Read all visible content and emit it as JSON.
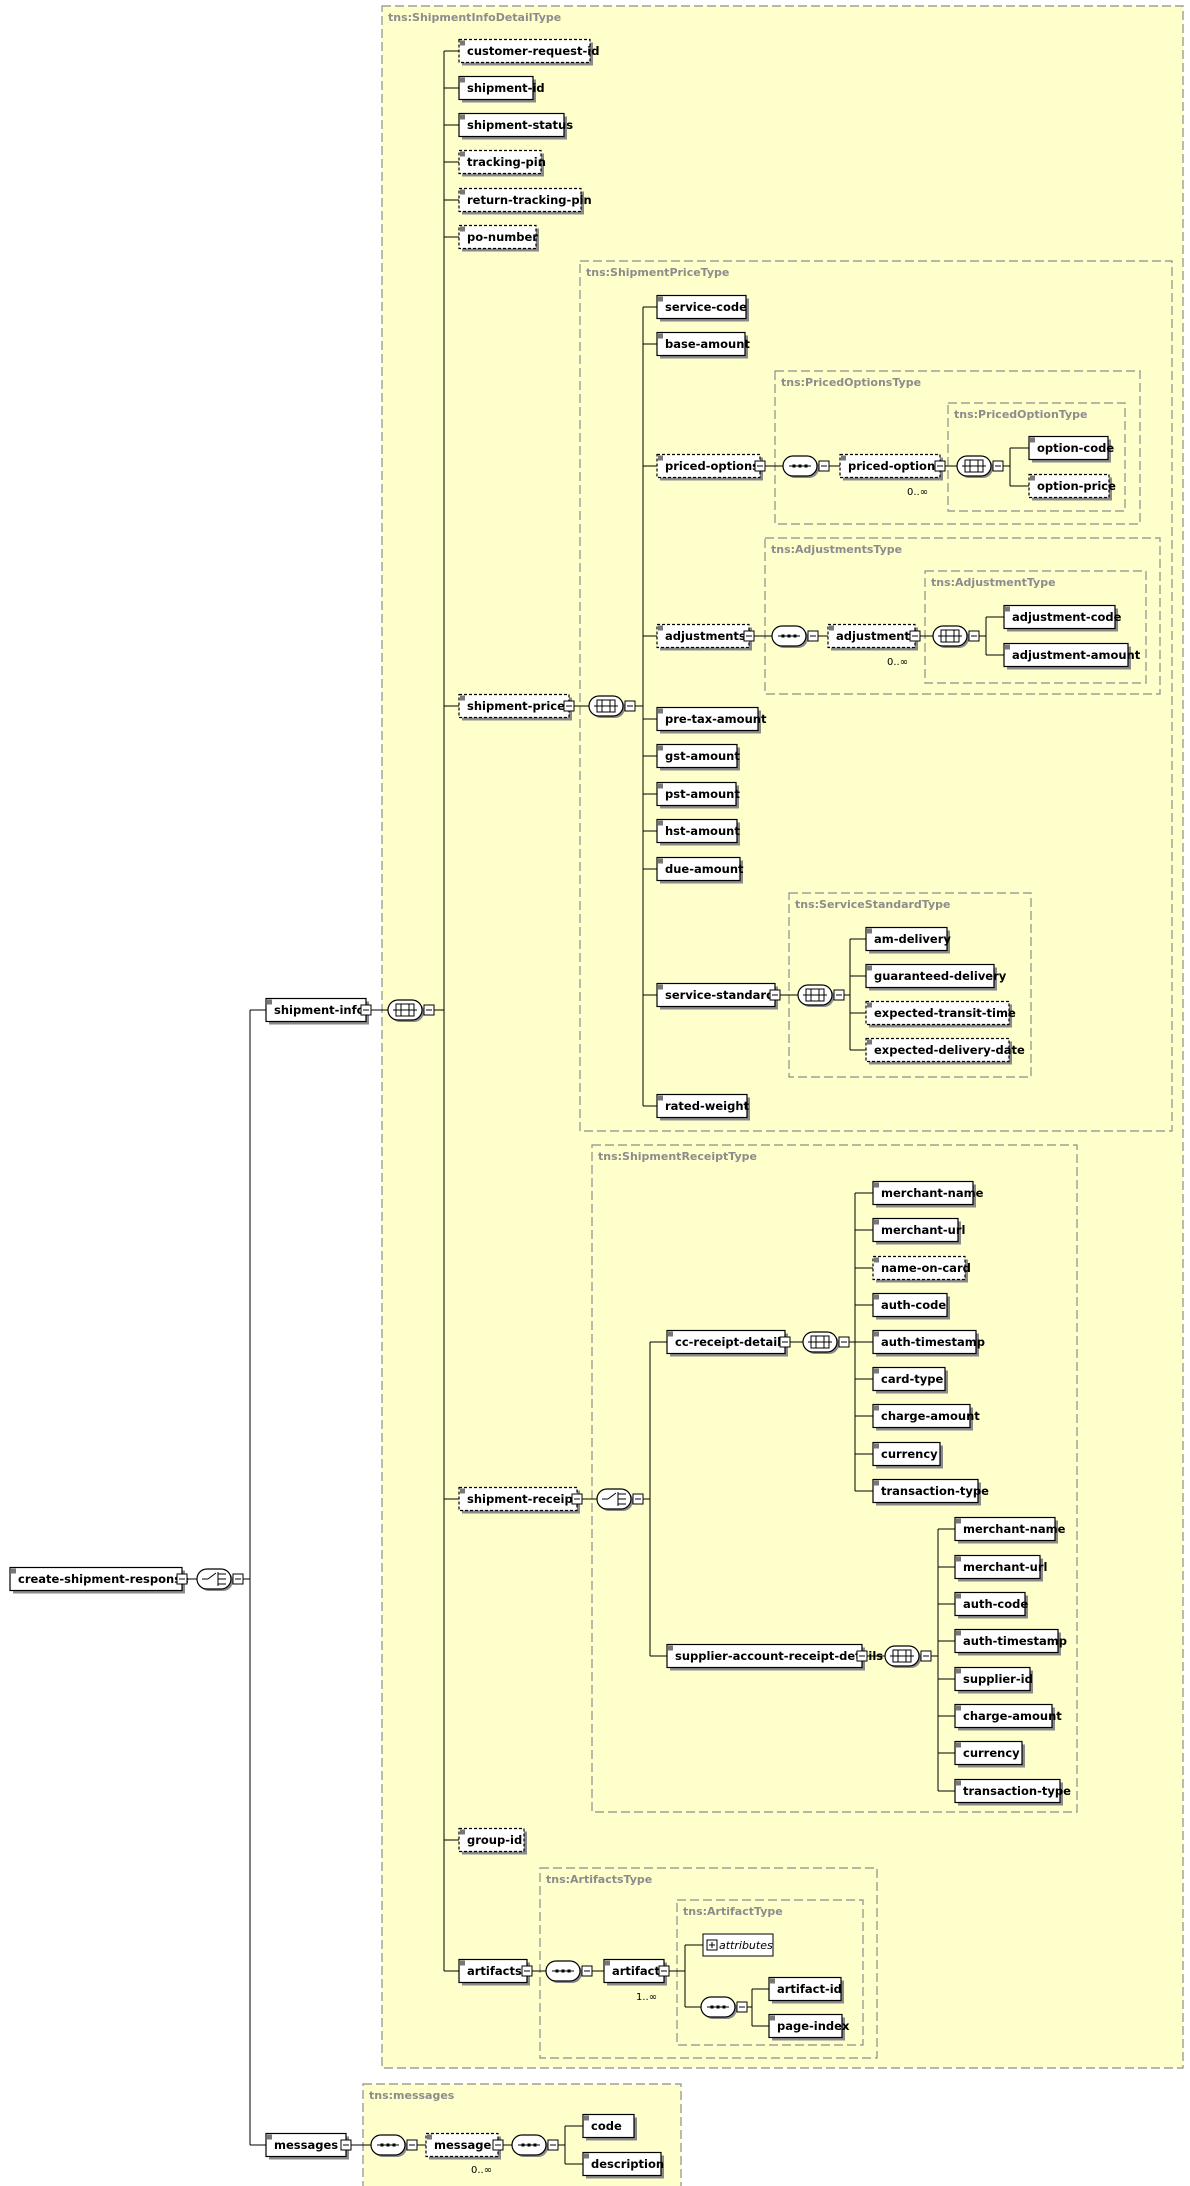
{
  "root": {
    "label": "create-shipment-response"
  },
  "types": {
    "info": "tns:ShipmentInfoDetailType",
    "price": "tns:ShipmentPriceType",
    "pricedOptions": "tns:PricedOptionsType",
    "pricedOption": "tns:PricedOptionType",
    "adjustments": "tns:AdjustmentsType",
    "adjustment": "tns:AdjustmentType",
    "serviceStandard": "tns:ServiceStandardType",
    "receipt": "tns:ShipmentReceiptType",
    "artifacts": "tns:ArtifactsType",
    "artifact": "tns:ArtifactType",
    "messages": "tns:messages"
  },
  "elements": {
    "shipmentInfo": "shipment-info",
    "customerRequestId": "customer-request-id",
    "shipmentId": "shipment-id",
    "shipmentStatus": "shipment-status",
    "trackingPin": "tracking-pin",
    "returnTrackingPin": "return-tracking-pin",
    "poNumber": "po-number",
    "shipmentPrice": "shipment-price",
    "serviceCode": "service-code",
    "baseAmount": "base-amount",
    "pricedOptions": "priced-options",
    "pricedOption": "priced-option",
    "optionCode": "option-code",
    "optionPrice": "option-price",
    "adjustments": "adjustments",
    "adjustment": "adjustment",
    "adjustmentCode": "adjustment-code",
    "adjustmentAmount": "adjustment-amount",
    "preTaxAmount": "pre-tax-amount",
    "gstAmount": "gst-amount",
    "pstAmount": "pst-amount",
    "hstAmount": "hst-amount",
    "dueAmount": "due-amount",
    "serviceStandard": "service-standard",
    "amDelivery": "am-delivery",
    "guaranteedDelivery": "guaranteed-delivery",
    "expectedTransitTime": "expected-transit-time",
    "expectedDeliveryDate": "expected-delivery-date",
    "ratedWeight": "rated-weight",
    "shipmentReceipt": "shipment-receipt",
    "ccReceiptDetails": "cc-receipt-details",
    "ccMerchantName": "merchant-name",
    "ccMerchantUrl": "merchant-url",
    "ccNameOnCard": "name-on-card",
    "ccAuthCode": "auth-code",
    "ccAuthTimestamp": "auth-timestamp",
    "ccCardType": "card-type",
    "ccChargeAmount": "charge-amount",
    "ccCurrency": "currency",
    "ccTransactionType": "transaction-type",
    "supplierAccountReceiptDetails": "supplier-account-receipt-details",
    "saMerchantName": "merchant-name",
    "saMerchantUrl": "merchant-url",
    "saAuthCode": "auth-code",
    "saAuthTimestamp": "auth-timestamp",
    "saSupplierId": "supplier-id",
    "saChargeAmount": "charge-amount",
    "saCurrency": "currency",
    "saTransactionType": "transaction-type",
    "groupId": "group-id",
    "artifacts": "artifacts",
    "artifact": "artifact",
    "artifactAttributes": "attributes",
    "artifactId": "artifact-id",
    "pageIndex": "page-index",
    "messages": "messages",
    "message": "message",
    "code": "code",
    "description": "description"
  },
  "multiplicity": {
    "pricedOption": "0..∞",
    "adjustment": "0..∞",
    "artifact": "1..∞",
    "message": "0..∞"
  },
  "colors": {
    "typeBackground": "#ffffcc",
    "typeBorder": "#8c8c8c",
    "elementFill": "#ffffff"
  }
}
